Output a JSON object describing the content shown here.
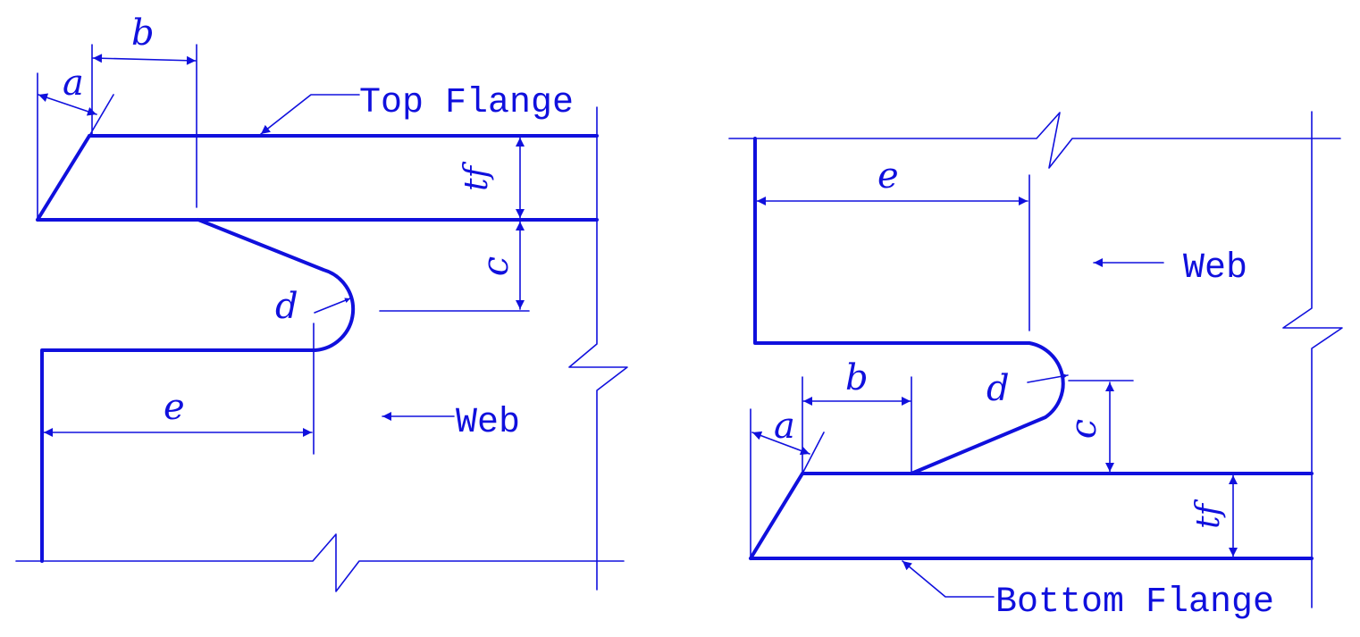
{
  "colors": {
    "line": "#1010dd",
    "background": "#ffffff"
  },
  "left_detail": {
    "dims": {
      "a": "a",
      "b": "b",
      "tf": "tf",
      "c": "c",
      "d": "d",
      "e": "e"
    },
    "labels": {
      "flange": "Top Flange",
      "web": "Web"
    }
  },
  "right_detail": {
    "dims": {
      "a": "a",
      "b": "b",
      "tf": "tf",
      "c": "c",
      "d": "d",
      "e": "e"
    },
    "labels": {
      "flange": "Bottom Flange",
      "web": "Web"
    }
  }
}
